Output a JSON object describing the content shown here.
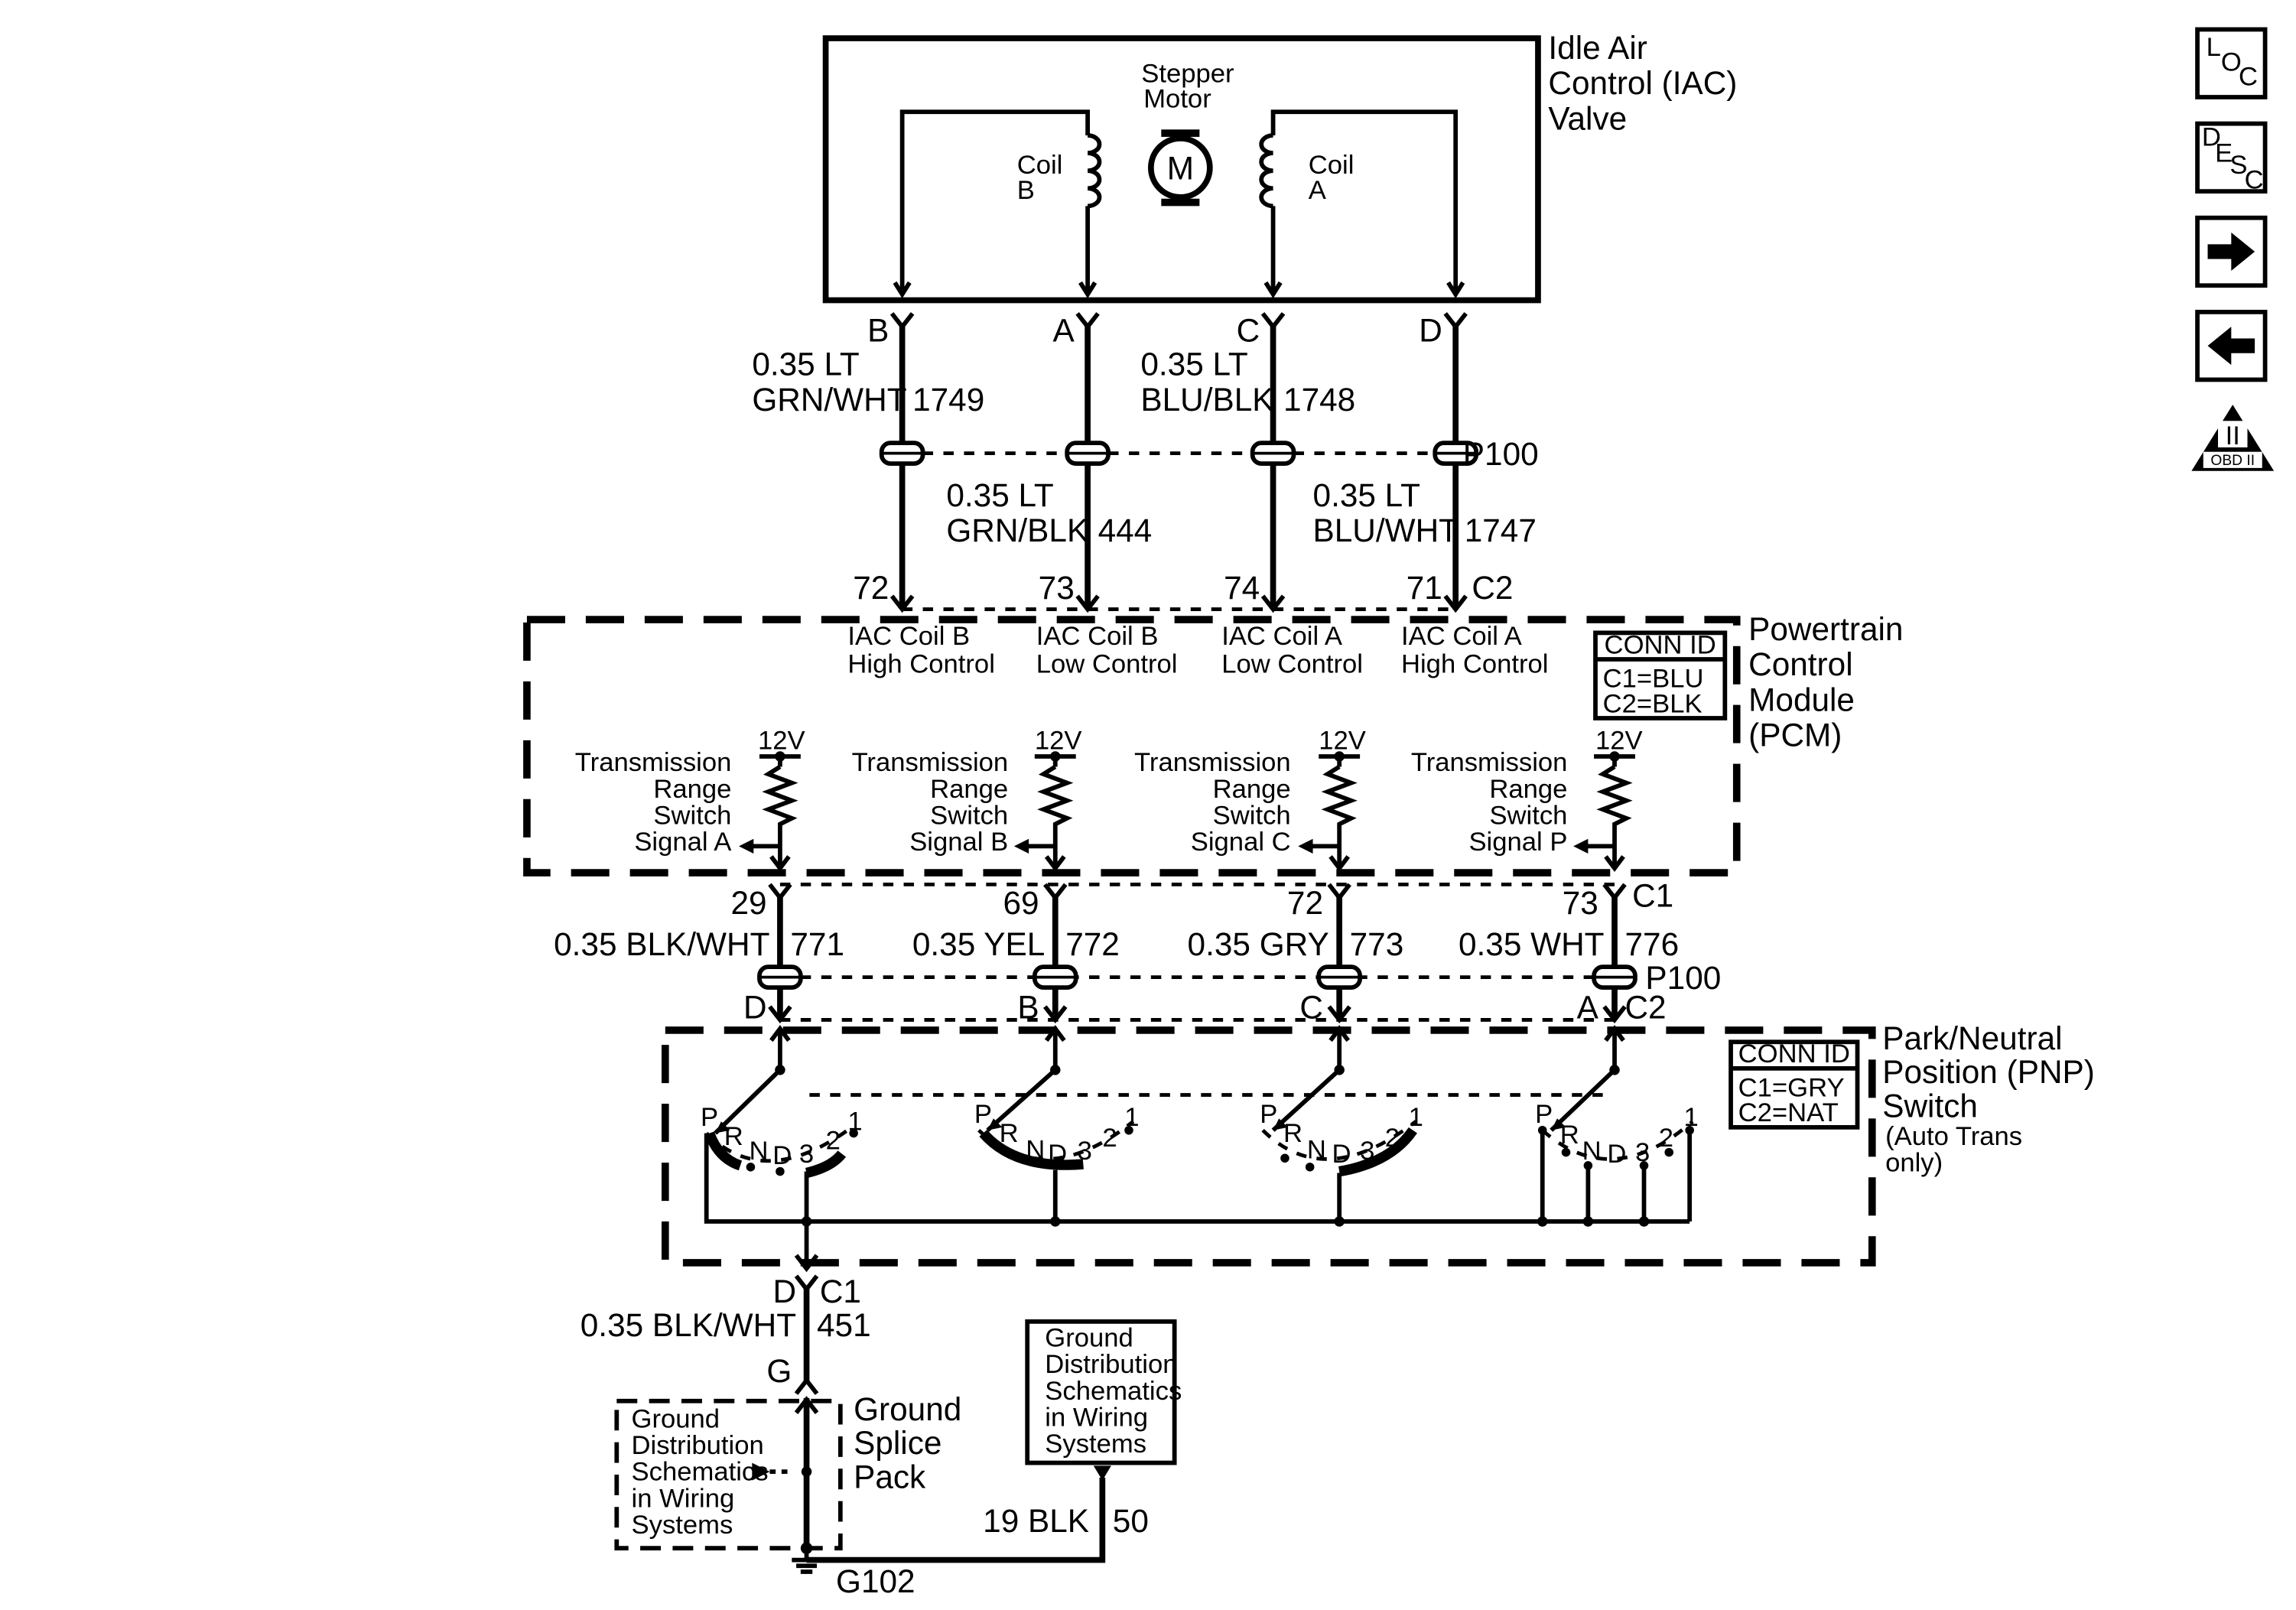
{
  "iac_valve": {
    "title_lines": [
      "Idle Air",
      "Control (IAC)",
      "Valve"
    ],
    "stepper_lines": [
      "Stepper",
      "Motor"
    ],
    "motor_symbol": "M",
    "coil_b_lines": [
      "Coil",
      "B"
    ],
    "coil_a_lines": [
      "Coil",
      "A"
    ],
    "pins": [
      "B",
      "A",
      "C",
      "D"
    ]
  },
  "upper_wires": {
    "left": {
      "size": "0.35 LT",
      "color": "GRN/WHT",
      "circuit": "1749"
    },
    "right": {
      "size": "0.35 LT",
      "color": "BLU/BLK",
      "circuit": "1748"
    },
    "inner_left": {
      "size": "0.35 LT",
      "color": "GRN/BLK",
      "circuit": "444"
    },
    "inner_right": {
      "size": "0.35 LT",
      "color": "BLU/WHT",
      "circuit": "1747"
    },
    "connector": "P100",
    "pcm_pins": [
      "72",
      "73",
      "74",
      "71"
    ],
    "pcm_conn": "C2"
  },
  "pcm": {
    "title_lines": [
      "Powertrain",
      "Control",
      "Module",
      "(PCM)"
    ],
    "conn_id": {
      "header": "CONN ID",
      "lines": [
        "C1=BLU",
        "C2=BLK"
      ]
    },
    "iac_labels": [
      [
        "IAC Coil B",
        "High Control"
      ],
      [
        "IAC Coil B",
        "Low Control"
      ],
      [
        "IAC Coil A",
        "Low Control"
      ],
      [
        "IAC Coil A",
        "High Control"
      ]
    ],
    "voltage": "12V",
    "signals": [
      [
        "Transmission",
        "Range",
        "Switch",
        "Signal A"
      ],
      [
        "Transmission",
        "Range",
        "Switch",
        "Signal B"
      ],
      [
        "Transmission",
        "Range",
        "Switch",
        "Signal C"
      ],
      [
        "Transmission",
        "Range",
        "Switch",
        "Signal P"
      ]
    ]
  },
  "lower_wires": {
    "pcm_pins": [
      "29",
      "69",
      "72",
      "73"
    ],
    "pcm_conn": "C1",
    "wires": [
      {
        "label": "0.35 BLK/WHT",
        "circuit": "771"
      },
      {
        "label": "0.35 YEL",
        "circuit": "772"
      },
      {
        "label": "0.35 GRY",
        "circuit": "773"
      },
      {
        "label": "0.35 WHT",
        "circuit": "776"
      }
    ],
    "connector": "P100",
    "pnp_pins": [
      "D",
      "B",
      "C",
      "A"
    ],
    "pnp_conn": "C2"
  },
  "pnp": {
    "title_lines": [
      "Park/Neutral",
      "Position (PNP)",
      "Switch"
    ],
    "note_lines": [
      "(Auto Trans",
      "only)"
    ],
    "conn_id": {
      "header": "CONN ID",
      "lines": [
        "C1=GRY",
        "C2=NAT"
      ]
    },
    "positions": [
      "P",
      "R",
      "N",
      "D",
      "3",
      "2",
      "1"
    ]
  },
  "ground": {
    "pin_top": "D",
    "conn_top": "C1",
    "wire_label": "0.35 BLK/WHT",
    "wire_circuit": "451",
    "pin_bottom": "G",
    "splice_lines": [
      "Ground",
      "Splice",
      "Pack"
    ],
    "schematic_left_lines": [
      "Ground",
      "Distribution",
      "Schematics",
      "in Wiring",
      "Systems"
    ],
    "schematic_right_lines": [
      "Ground",
      "Distribution",
      "Schematics",
      "in Wiring",
      "Systems"
    ],
    "wire2_label": "19 BLK",
    "wire2_circuit": "50",
    "ground_name": "G102"
  },
  "nav": {
    "loc": [
      "L",
      "O",
      "C"
    ],
    "desc": [
      "D",
      "E",
      "S",
      "C"
    ],
    "next": "next-arrow-icon",
    "prev": "prev-arrow-icon",
    "obd": {
      "symbol": "II",
      "label": "OBD II"
    }
  }
}
